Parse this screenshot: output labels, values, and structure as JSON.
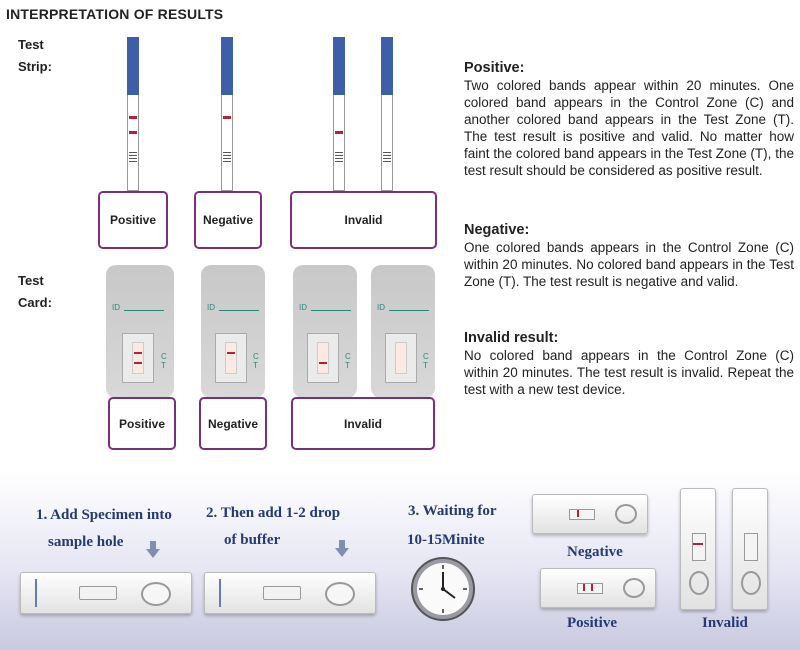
{
  "title": "INTERPRETATION OF RESULTS",
  "labels": {
    "test_strip_1": "Test",
    "test_strip_2": "Strip:",
    "test_card_1": "Test",
    "test_card_2": "Card:"
  },
  "strip_results": [
    "Positive",
    "Negative",
    "Invalid"
  ],
  "card_results": [
    "Positive",
    "Negative",
    "Invalid"
  ],
  "card": {
    "id_label": "ID",
    "c_label": "C",
    "t_label": "T"
  },
  "descriptions": {
    "positive_title": "Positive:",
    "positive_text": "Two colored bands appear within 20 minutes. One colored band appears in the Control Zone (C) and another colored band appears in the Test Zone (T). The test result is positive and valid. No matter how faint the colored band appears in the Test Zone (T), the test result should be considered as positive result.",
    "negative_title": "Negative:",
    "negative_text": "One colored bands appears in the Control Zone (C) within 20 minutes. No colored band appears in the Test Zone (T). The test result is negative and valid.",
    "invalid_title": "Invalid result:",
    "invalid_text": "No colored band appears in the Control Zone (C) within 20 minutes. The test result is invalid. Repeat the test with a new test device."
  },
  "steps": {
    "step1_line1": "1. Add Specimen into",
    "step1_line2": "sample hole",
    "step2_line1": "2. Then add 1-2 drop",
    "step2_line2": "of buffer",
    "step3_line1": "3. Waiting for",
    "step3_line2": "10-15Minite"
  },
  "bottom_results": {
    "negative": "Negative",
    "positive": "Positive",
    "invalid": "Invalid"
  },
  "colors": {
    "frame": "#7a2f7a",
    "strip_blue": "#3e5ea8",
    "band_red": "#b2223a",
    "step_text": "#243a72"
  }
}
